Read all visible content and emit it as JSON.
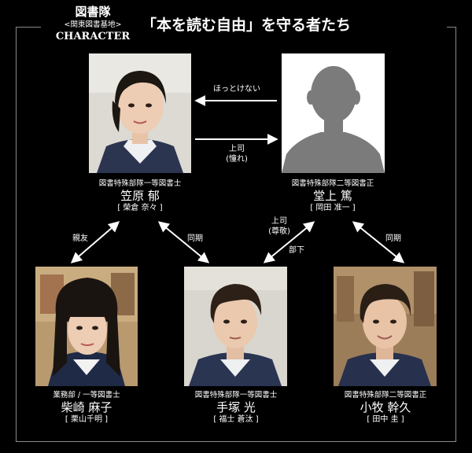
{
  "header": {
    "unit": "図書隊",
    "base": "<関東図書基地>",
    "section": "CHARACTER",
    "title": "「本を読む自由」を守る者たち"
  },
  "characters": [
    {
      "id": "kasahara",
      "role": "図書特殊部隊一等図書士",
      "name": "笠原 郁",
      "actor": "[ 榮倉 奈々 ]"
    },
    {
      "id": "dojo",
      "role": "図書特殊部隊二等図書正",
      "name": "堂上 篤",
      "actor": "[ 岡田 准一 ]"
    },
    {
      "id": "shibasaki",
      "role": "業務部 / 一等図書士",
      "name": "柴崎 麻子",
      "actor": "[ 栗山千明 ]"
    },
    {
      "id": "tezuka",
      "role": "図書特殊部隊一等図書士",
      "name": "手塚 光",
      "actor": "[ 福士 蒼汰 ]"
    },
    {
      "id": "komaki",
      "role": "図書特殊部隊二等図書正",
      "name": "小牧 幹久",
      "actor": "[ 田中 圭 ]"
    }
  ],
  "relations": {
    "dojo_to_kasahara": "ほっとけない",
    "kasahara_to_dojo_1": "上司",
    "kasahara_to_dojo_2": "(憧れ)",
    "kasahara_shibasaki": "親友",
    "kasahara_tezuka": "同期",
    "tezuka_to_dojo_1": "上司",
    "tezuka_to_dojo_2": "(尊敬)",
    "dojo_to_tezuka": "部下",
    "dojo_komaki": "同期"
  },
  "colors": {
    "background": "#000000",
    "text": "#ffffff",
    "frame": "#8a8a8a"
  }
}
